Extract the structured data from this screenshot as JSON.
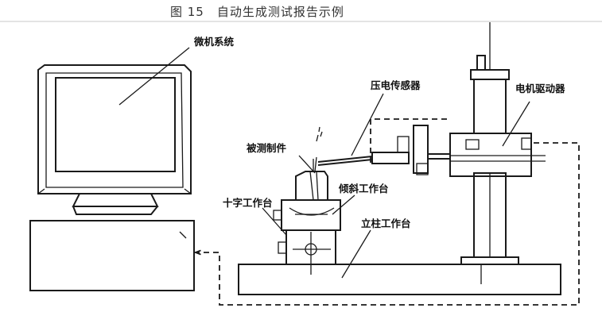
{
  "caption": "图 15　自动生成测试报告示例",
  "labels": {
    "computer": "微机系统",
    "sensor": "压电传感器",
    "motor_driver": "电机驱动器",
    "workpiece": "被测制件",
    "tilt_table": "倾斜工作台",
    "cross_table": "十字工作台",
    "column_table": "立柱工作台"
  }
}
